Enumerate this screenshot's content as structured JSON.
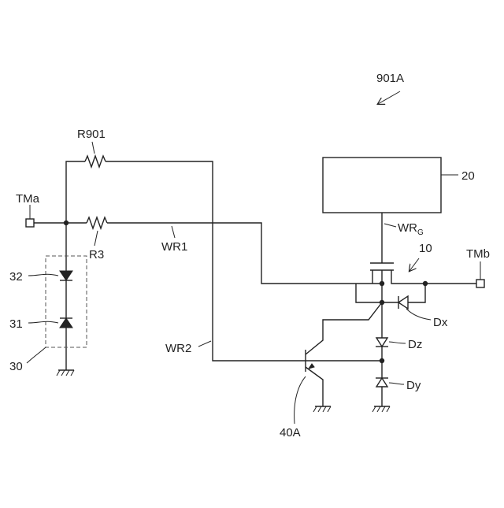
{
  "figure_label": "901A",
  "labels": {
    "r901": "R901",
    "r3": "R3",
    "wr1": "WR1",
    "wr2": "WR2",
    "wrg_main": "WR",
    "wrg_sub": "G",
    "tma": "TMa",
    "tmb": "TMb",
    "ref20": "20",
    "ref10": "10",
    "ref32": "32",
    "ref31": "31",
    "ref30": "30",
    "dx": "Dx",
    "dz": "Dz",
    "dy": "Dy",
    "ref40a": "40A"
  }
}
